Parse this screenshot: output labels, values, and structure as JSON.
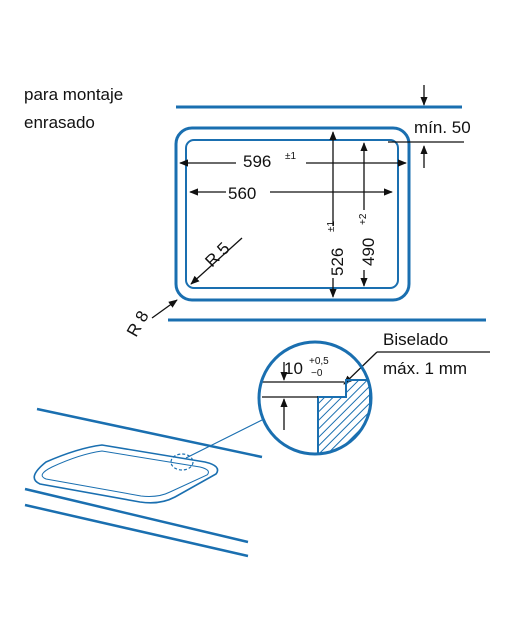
{
  "notes": {
    "mount_line1": "para montaje",
    "mount_line2": "enrasado"
  },
  "dimensions": {
    "min_gap": "mín. 50",
    "outer_width": "596",
    "outer_width_tol": "±1",
    "inner_width": "560",
    "outer_depth": "526",
    "outer_depth_tol": "±1",
    "inner_depth": "490",
    "inner_depth_tol": "+2",
    "inner_radius": "R 5",
    "outer_radius": "R 8"
  },
  "detail": {
    "bevel_title": "Biselado",
    "bevel_max": "máx. 1 mm",
    "depth": "10",
    "depth_tol_plus": "+0,5",
    "depth_tol_minus": "−0"
  },
  "colors": {
    "line_blue": "#1a6fb0",
    "ink": "#111111"
  }
}
